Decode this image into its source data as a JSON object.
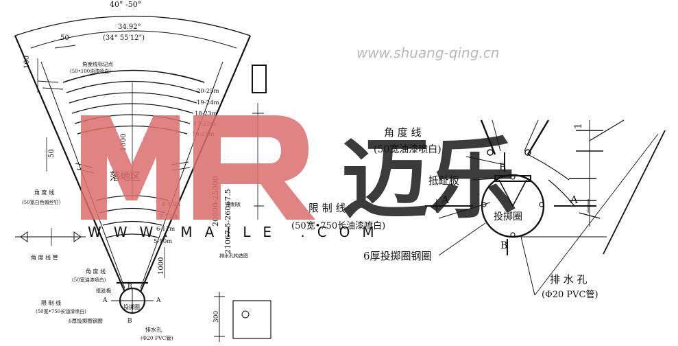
{
  "watermark": {
    "site": "www.shuang-qing.cn",
    "logo_latin": "MR",
    "logo_cn": "迈乐",
    "url": "WWW.MAILE .COM",
    "colors": {
      "logo_red": "#d96d6d",
      "logo_gray": "#8a8a8a",
      "site_gray": "#b9b9b9"
    }
  },
  "left_diagram": {
    "sector_angle_range": "40°  -50°",
    "angle_value": "34.92°",
    "angle_dms": "(34° 55′12\")",
    "dim_50_top": "50",
    "dim_100": "100",
    "angle_mark_label": "角度线标记点",
    "angle_mark_spec": "(50•100油漆喷白)",
    "ranges_upper": [
      "20-25m",
      "19-24m",
      "18-23m",
      "17-22m",
      "16-21m"
    ],
    "ranges_lower": [
      "8-13m",
      "7-12m",
      "6-11m",
      "5-10m"
    ],
    "dim_1000_upper": "1000",
    "dim_50_side": "50",
    "landing_zone": "落地区",
    "radius_range": "20000-25000",
    "radius_range_2": "21067.5-26067.5",
    "dim_1000_lower": "1000",
    "angle_line": "角  度  线",
    "angle_line_spec": "(50宽白色帽丝钉)",
    "angle_line2": "角 度 线",
    "angle_line2_spec": "(50宽油漆喷白)",
    "toe_board": "抵趾板",
    "limit_line": "限   制   线",
    "limit_line_spec": "(50宽•750长油漆喷白)",
    "steel_ring": "6厚投掷圈钢圈",
    "ring": "投掷圈",
    "drain": "排水孔",
    "drain_spec": "(Φ20  PVC管)",
    "drain_detail": "排水孔构造图",
    "angle_section": "角 度 线 管",
    "limit_board": "限制板",
    "label_A": "A",
    "label_B": "B",
    "dim_300": "300"
  },
  "right_diagram": {
    "angle_line": "角  度  线",
    "angle_line_spec": "(50宽油漆喷白)",
    "label_B_top": "B",
    "label_B_bottom": "B",
    "toe_board": "抵趾板",
    "limit_line": "限      制      线",
    "limit_line_spec": "(50宽•750长油漆喷白)",
    "label_A_left": "A",
    "label_A_right": "A",
    "ring": "投掷圈",
    "steel_ring": "6厚投掷圈钢圈",
    "drain": "排   水   孔",
    "drain_spec": "(Φ20    PVC管)",
    "dim_1": "1"
  }
}
